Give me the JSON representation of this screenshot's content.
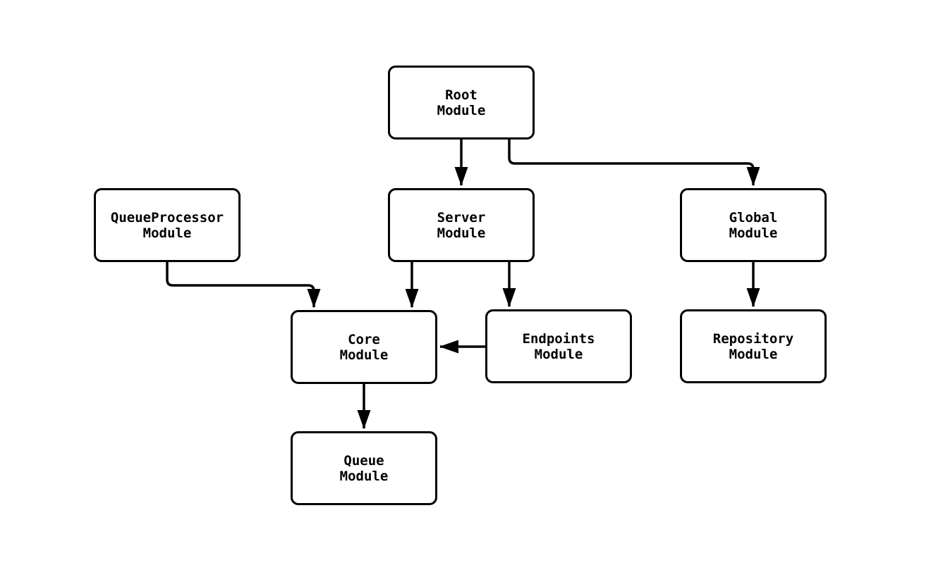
{
  "diagram": {
    "type": "module-dependency-flowchart",
    "colors": {
      "background": "#ffffff",
      "node_fill": "#ffffff",
      "node_border": "#000000",
      "edge_stroke": "#000000",
      "text": "#000000"
    },
    "nodes": {
      "root": {
        "line1": "Root",
        "line2": "Module"
      },
      "queueProcessor": {
        "line1": "QueueProcessor",
        "line2": "Module"
      },
      "server": {
        "line1": "Server",
        "line2": "Module"
      },
      "global": {
        "line1": "Global",
        "line2": "Module"
      },
      "core": {
        "line1": "Core",
        "line2": "Module"
      },
      "endpoints": {
        "line1": "Endpoints",
        "line2": "Module"
      },
      "repository": {
        "line1": "Repository",
        "line2": "Module"
      },
      "queue": {
        "line1": "Queue",
        "line2": "Module"
      }
    },
    "edges": [
      {
        "from": "Root Module",
        "to": "Server Module"
      },
      {
        "from": "Root Module",
        "to": "Global Module"
      },
      {
        "from": "QueueProcessor Module",
        "to": "Core Module"
      },
      {
        "from": "Server Module",
        "to": "Core Module"
      },
      {
        "from": "Server Module",
        "to": "Endpoints Module"
      },
      {
        "from": "Endpoints Module",
        "to": "Core Module"
      },
      {
        "from": "Global Module",
        "to": "Repository Module"
      },
      {
        "from": "Core Module",
        "to": "Queue Module"
      }
    ]
  }
}
